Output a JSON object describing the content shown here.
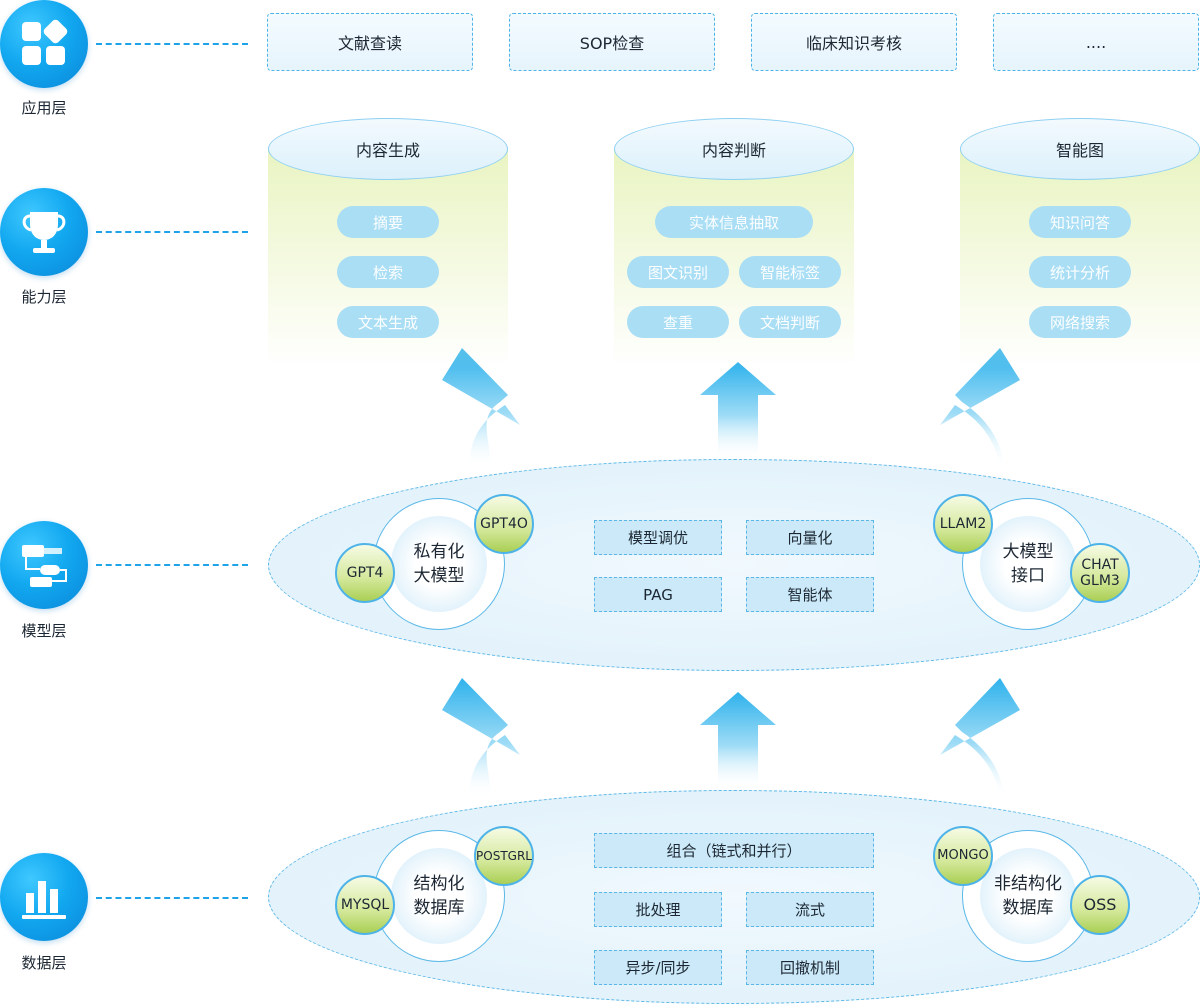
{
  "layers": [
    {
      "label": "应用层",
      "icon": "apps-grid-icon"
    },
    {
      "label": "能力层",
      "icon": "trophy-icon"
    },
    {
      "label": "模型层",
      "icon": "flowchart-icon"
    },
    {
      "label": "数据层",
      "icon": "bar-chart-icon"
    }
  ],
  "applications": [
    "文献查读",
    "SOP检查",
    "临床知识考核",
    "...."
  ],
  "capabilities": [
    {
      "title": "内容生成",
      "items": [
        "摘要",
        "检索",
        "文本生成"
      ]
    },
    {
      "title": "内容判断",
      "items": [
        "实体信息抽取",
        "图文识别",
        "智能标签",
        "查重",
        "文档判断"
      ]
    },
    {
      "title": "智能图",
      "items": [
        "知识问答",
        "统计分析",
        "网络搜索"
      ]
    }
  ],
  "model_layer": {
    "left": {
      "center": "私有化\n大模型",
      "satellites": [
        "GPT4O",
        "GPT4"
      ]
    },
    "right": {
      "center": "大模型\n接口",
      "satellites": [
        "LLAM2",
        "CHAT\nGLM3"
      ]
    },
    "tags": [
      "模型调优",
      "向量化",
      "PAG",
      "智能体"
    ]
  },
  "data_layer": {
    "left": {
      "center": "结构化\n数据库",
      "satellites": [
        "POSTGRL",
        "MYSQL"
      ]
    },
    "right": {
      "center": "非结构化\n数据库",
      "satellites": [
        "MONGO",
        "OSS"
      ]
    },
    "tags": [
      "组合（链式和并行）",
      "批处理",
      "流式",
      "异步/同步",
      "回撤机制"
    ]
  },
  "colors": {
    "accent": "#12a8f0",
    "cylinder_top": "#dcf0fb",
    "cylinder_body": "#e9f4c2",
    "pill": "#a9def5",
    "satellite": "#c6e07a"
  }
}
